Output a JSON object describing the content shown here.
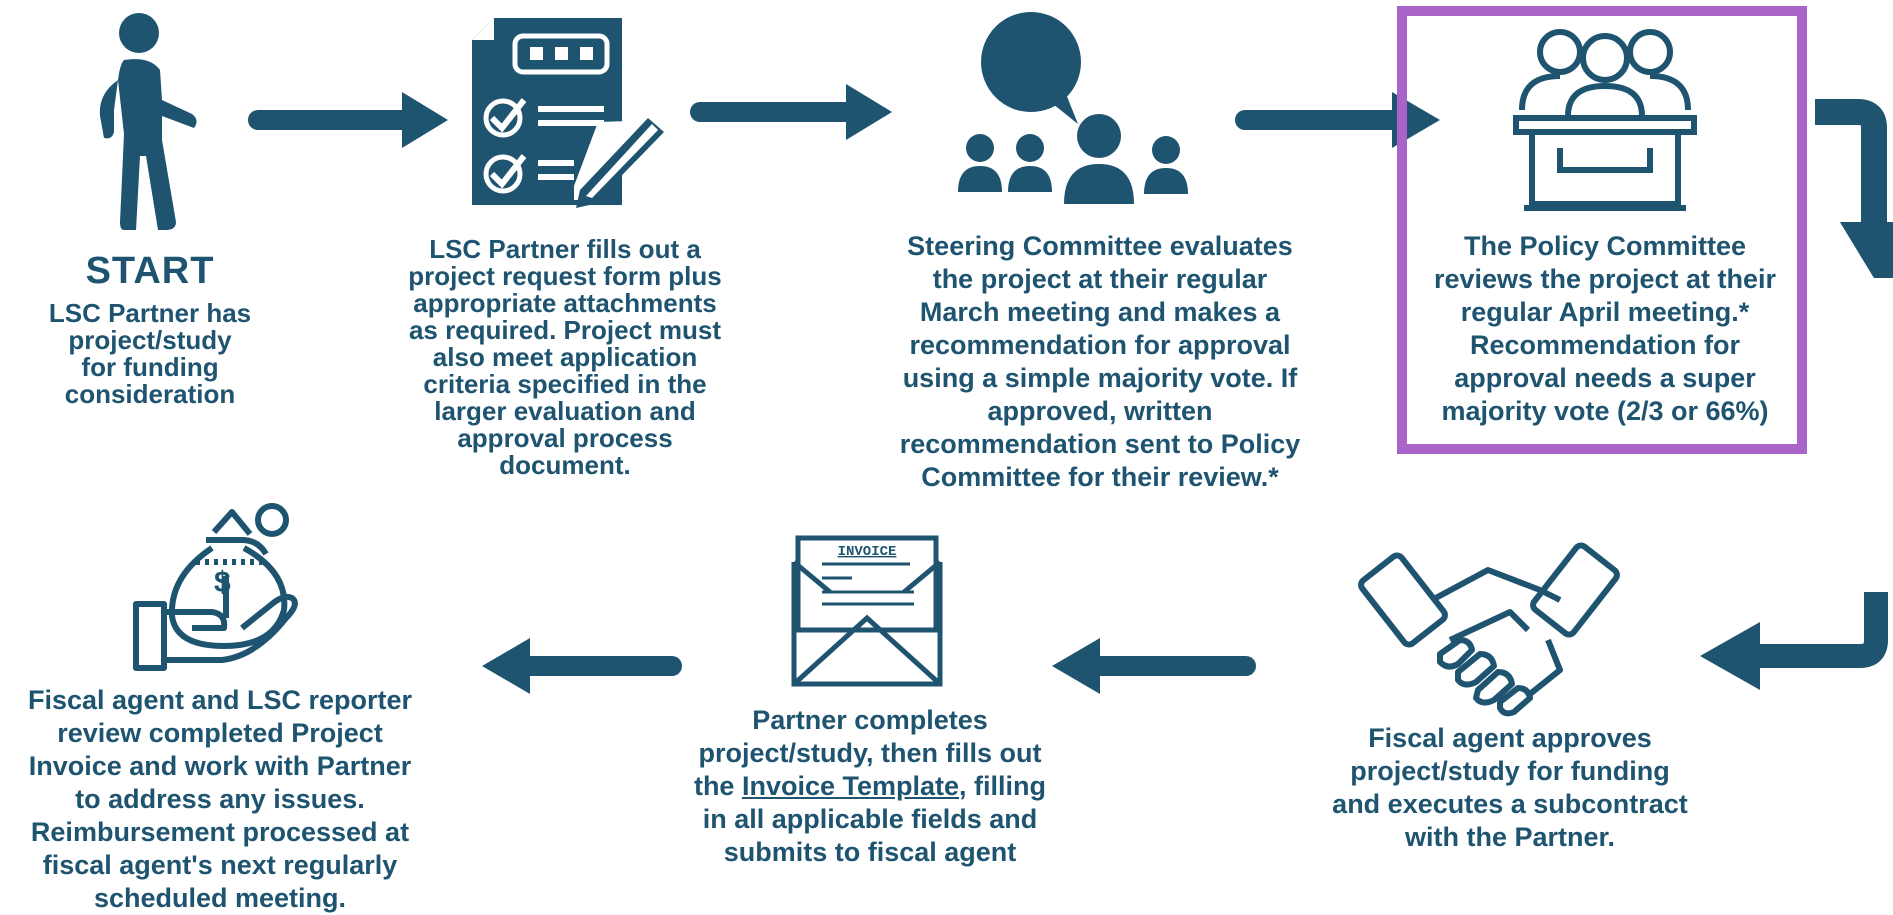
{
  "colors": {
    "primary": "#1e5470",
    "highlight": "#a963c9",
    "background": "#ffffff"
  },
  "steps": [
    {
      "id": "start",
      "icon": "walking-person-icon",
      "heading": "START",
      "text": "LSC Partner has\nproject/study\nfor funding\nconsideration"
    },
    {
      "id": "request-form",
      "icon": "checklist-form-icon",
      "text": "LSC Partner fills out a\nproject request form plus\nappropriate attachments\nas required. Project must\nalso meet application\ncriteria specified in the\nlarger evaluation and\napproval process\ndocument."
    },
    {
      "id": "steering",
      "icon": "group-discussion-icon",
      "text": "Steering Committee evaluates\nthe project at their regular\nMarch meeting and makes a\nrecommendation for approval\nusing a simple majority vote. If\napproved, written\nrecommendation sent to Policy\nCommittee for their review.*"
    },
    {
      "id": "policy",
      "icon": "committee-podium-icon",
      "highlighted": true,
      "text": "The Policy Committee\nreviews the project at their\nregular April meeting.*\nRecommendation for\napproval needs a super\nmajority vote (2/3 or 66%)"
    },
    {
      "id": "fiscal-approve",
      "icon": "handshake-icon",
      "text": "Fiscal agent approves\nproject/study for funding\nand executes a subcontract\nwith the Partner."
    },
    {
      "id": "invoice",
      "icon": "invoice-envelope-icon",
      "icon_label": "INVOICE",
      "text_before": "Partner completes\nproject/study, then fills out\nthe ",
      "link_text": "Invoice Template",
      "text_after": ", filling\nin all applicable fields and\nsubmits to fiscal agent"
    },
    {
      "id": "reimburse",
      "icon": "money-bag-hand-icon",
      "text": "Fiscal agent and LSC reporter\nreview completed Project\nInvoice and work with Partner\nto address any issues.\nReimbursement  processed at\nfiscal agent's next regularly\nscheduled meeting."
    }
  ]
}
